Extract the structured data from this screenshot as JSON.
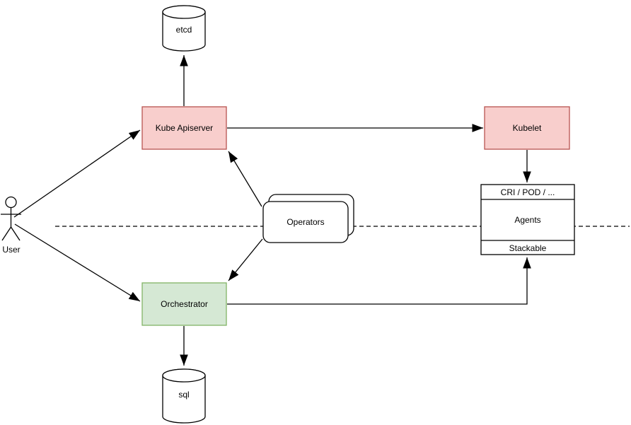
{
  "diagram": {
    "kind": "architecture-flowchart",
    "nodes": {
      "user": {
        "label": "User",
        "shape": "actor"
      },
      "etcd": {
        "label": "etcd",
        "shape": "cylinder"
      },
      "kube_apiserver": {
        "label": "Kube Apiserver",
        "shape": "rectangle",
        "fill": "#F8CECC",
        "stroke": "#B85450"
      },
      "kubelet": {
        "label": "Kubelet",
        "shape": "rectangle",
        "fill": "#F8CECC",
        "stroke": "#B85450"
      },
      "operators": {
        "label": "Operators",
        "shape": "stacked-rounded-rectangle",
        "fill": "#FFFFFF",
        "stroke": "#000000"
      },
      "orchestrator": {
        "label": "Orchestrator",
        "shape": "rectangle",
        "fill": "#D5E8D4",
        "stroke": "#82B366"
      },
      "sql": {
        "label": "sql",
        "shape": "cylinder"
      },
      "agents_stack": {
        "header": "CRI / POD / ...",
        "body": "Agents",
        "footer": "Stackable",
        "shape": "three-row-rectangle",
        "fill": "#FFFFFF",
        "stroke": "#000000"
      }
    },
    "edges": [
      {
        "from": "User",
        "to": "Kube Apiserver",
        "arrow": "end"
      },
      {
        "from": "User",
        "to": "Orchestrator",
        "arrow": "end"
      },
      {
        "from": "Kube Apiserver",
        "to": "etcd",
        "arrow": "end"
      },
      {
        "from": "Kube Apiserver",
        "to": "Kubelet",
        "arrow": "end"
      },
      {
        "from": "Operators",
        "to": "Kube Apiserver",
        "arrow": "end"
      },
      {
        "from": "Operators",
        "to": "Orchestrator",
        "arrow": "end"
      },
      {
        "from": "Kubelet",
        "to": "Agents (CRI / POD / ...)",
        "arrow": "end"
      },
      {
        "from": "Orchestrator",
        "to": "sql",
        "arrow": "end"
      },
      {
        "from": "Orchestrator",
        "to": "Agents (Stackable)",
        "arrow": "end"
      }
    ],
    "boundary_line": {
      "style": "dashed",
      "orientation": "horizontal"
    },
    "colors": {
      "red_fill": "#F8CECC",
      "red_stroke": "#B85450",
      "green_fill": "#D5E8D4",
      "green_stroke": "#82B366",
      "line": "#000000",
      "background": "#FFFFFF",
      "white": "#FFFFFF"
    }
  }
}
